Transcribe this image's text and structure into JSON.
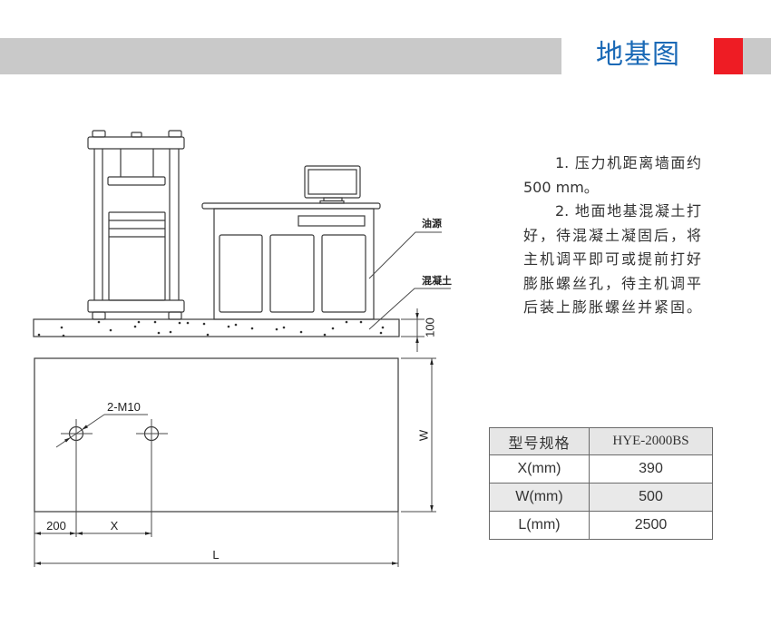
{
  "header": {
    "title": "地基图",
    "title_color": "#1a69b6",
    "accent_color": "#ee1c24",
    "bar_color": "#c9c9c9"
  },
  "elevation_view": {
    "labels": {
      "oil_source": "油源",
      "concrete": "混凝土"
    },
    "dimensions": {
      "slab_thickness": "100"
    }
  },
  "plan_view": {
    "hole_callout": "2-M10",
    "dimensions": {
      "edge_offset": "200",
      "hole_spacing": "X",
      "width": "W",
      "length": "L"
    }
  },
  "notes": {
    "paragraphs": [
      {
        "lines": [
          "1. 压力机距离墙面约",
          "500 mm。"
        ]
      },
      {
        "lines": [
          "2. 地面地基混凝土打",
          "好，待混凝土凝固后，将",
          "主机调平即可或提前打好",
          "膨胀螺丝孔，待主机调平",
          "后装上膨胀螺丝并紧固。"
        ]
      }
    ]
  },
  "spec_table": {
    "header": [
      "型号规格",
      "HYE-2000BS"
    ],
    "rows": [
      [
        "X(mm)",
        "390"
      ],
      [
        "W(mm)",
        "500"
      ],
      [
        "L(mm)",
        "2500"
      ]
    ]
  }
}
